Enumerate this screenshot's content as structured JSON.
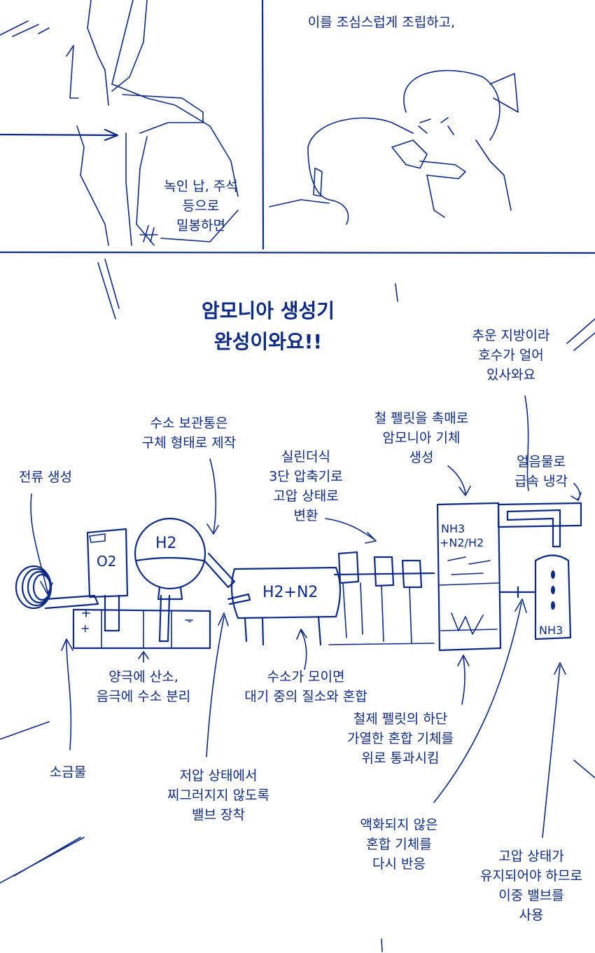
{
  "panel1": {
    "caption": [
      "녹인 납, 주석",
      "등으로",
      "밀봉하면"
    ]
  },
  "panel2": {
    "caption": [
      "이를 조심스럽게 조립하고,"
    ]
  },
  "panel3": {
    "title": [
      "암모니아 생성기",
      "완성이와요!!"
    ],
    "apparatus_labels": {
      "o2": "O2",
      "h2": "H2",
      "h2n2": "H2+N2",
      "nh3_mix": [
        "NH3",
        "+N2/H2"
      ],
      "nh3": "NH3",
      "plus": "+",
      "minus": "-"
    },
    "annotations": {
      "current": [
        "전류 생성"
      ],
      "h2_tank": [
        "수소 보관통은",
        "구체 형태로 제작"
      ],
      "compressor": [
        "실린더식",
        "3단 압축기로",
        "고압 상태로",
        "변환"
      ],
      "catalyst": [
        "철 펠릿을 촉매로",
        "암모니아 기체",
        "생성"
      ],
      "cold": [
        "추운 지방이라",
        "호수가 얼어",
        "있사와요"
      ],
      "ice_cool": [
        "얼음물로",
        "급속 냉각"
      ],
      "electrolysis": [
        "양극에 산소,",
        "음극에 수소 분리"
      ],
      "mixing": [
        "수소가 모이면",
        "대기 중의 질소와 혼합"
      ],
      "heating": [
        "철제 펠릿의 하단",
        "가열한 혼합 기체를",
        "위로 통과시킴"
      ],
      "salt_water": [
        "소금물"
      ],
      "valve": [
        "저압 상태에서",
        "찌그러지지 않도록",
        "밸브 장착"
      ],
      "recycle": [
        "액화되지 않은",
        "혼합 기체를",
        "다시 반응"
      ],
      "double_valve": [
        "고압 상태가",
        "유지되어야 하므로",
        "이중 밸브를",
        "사용"
      ]
    }
  }
}
